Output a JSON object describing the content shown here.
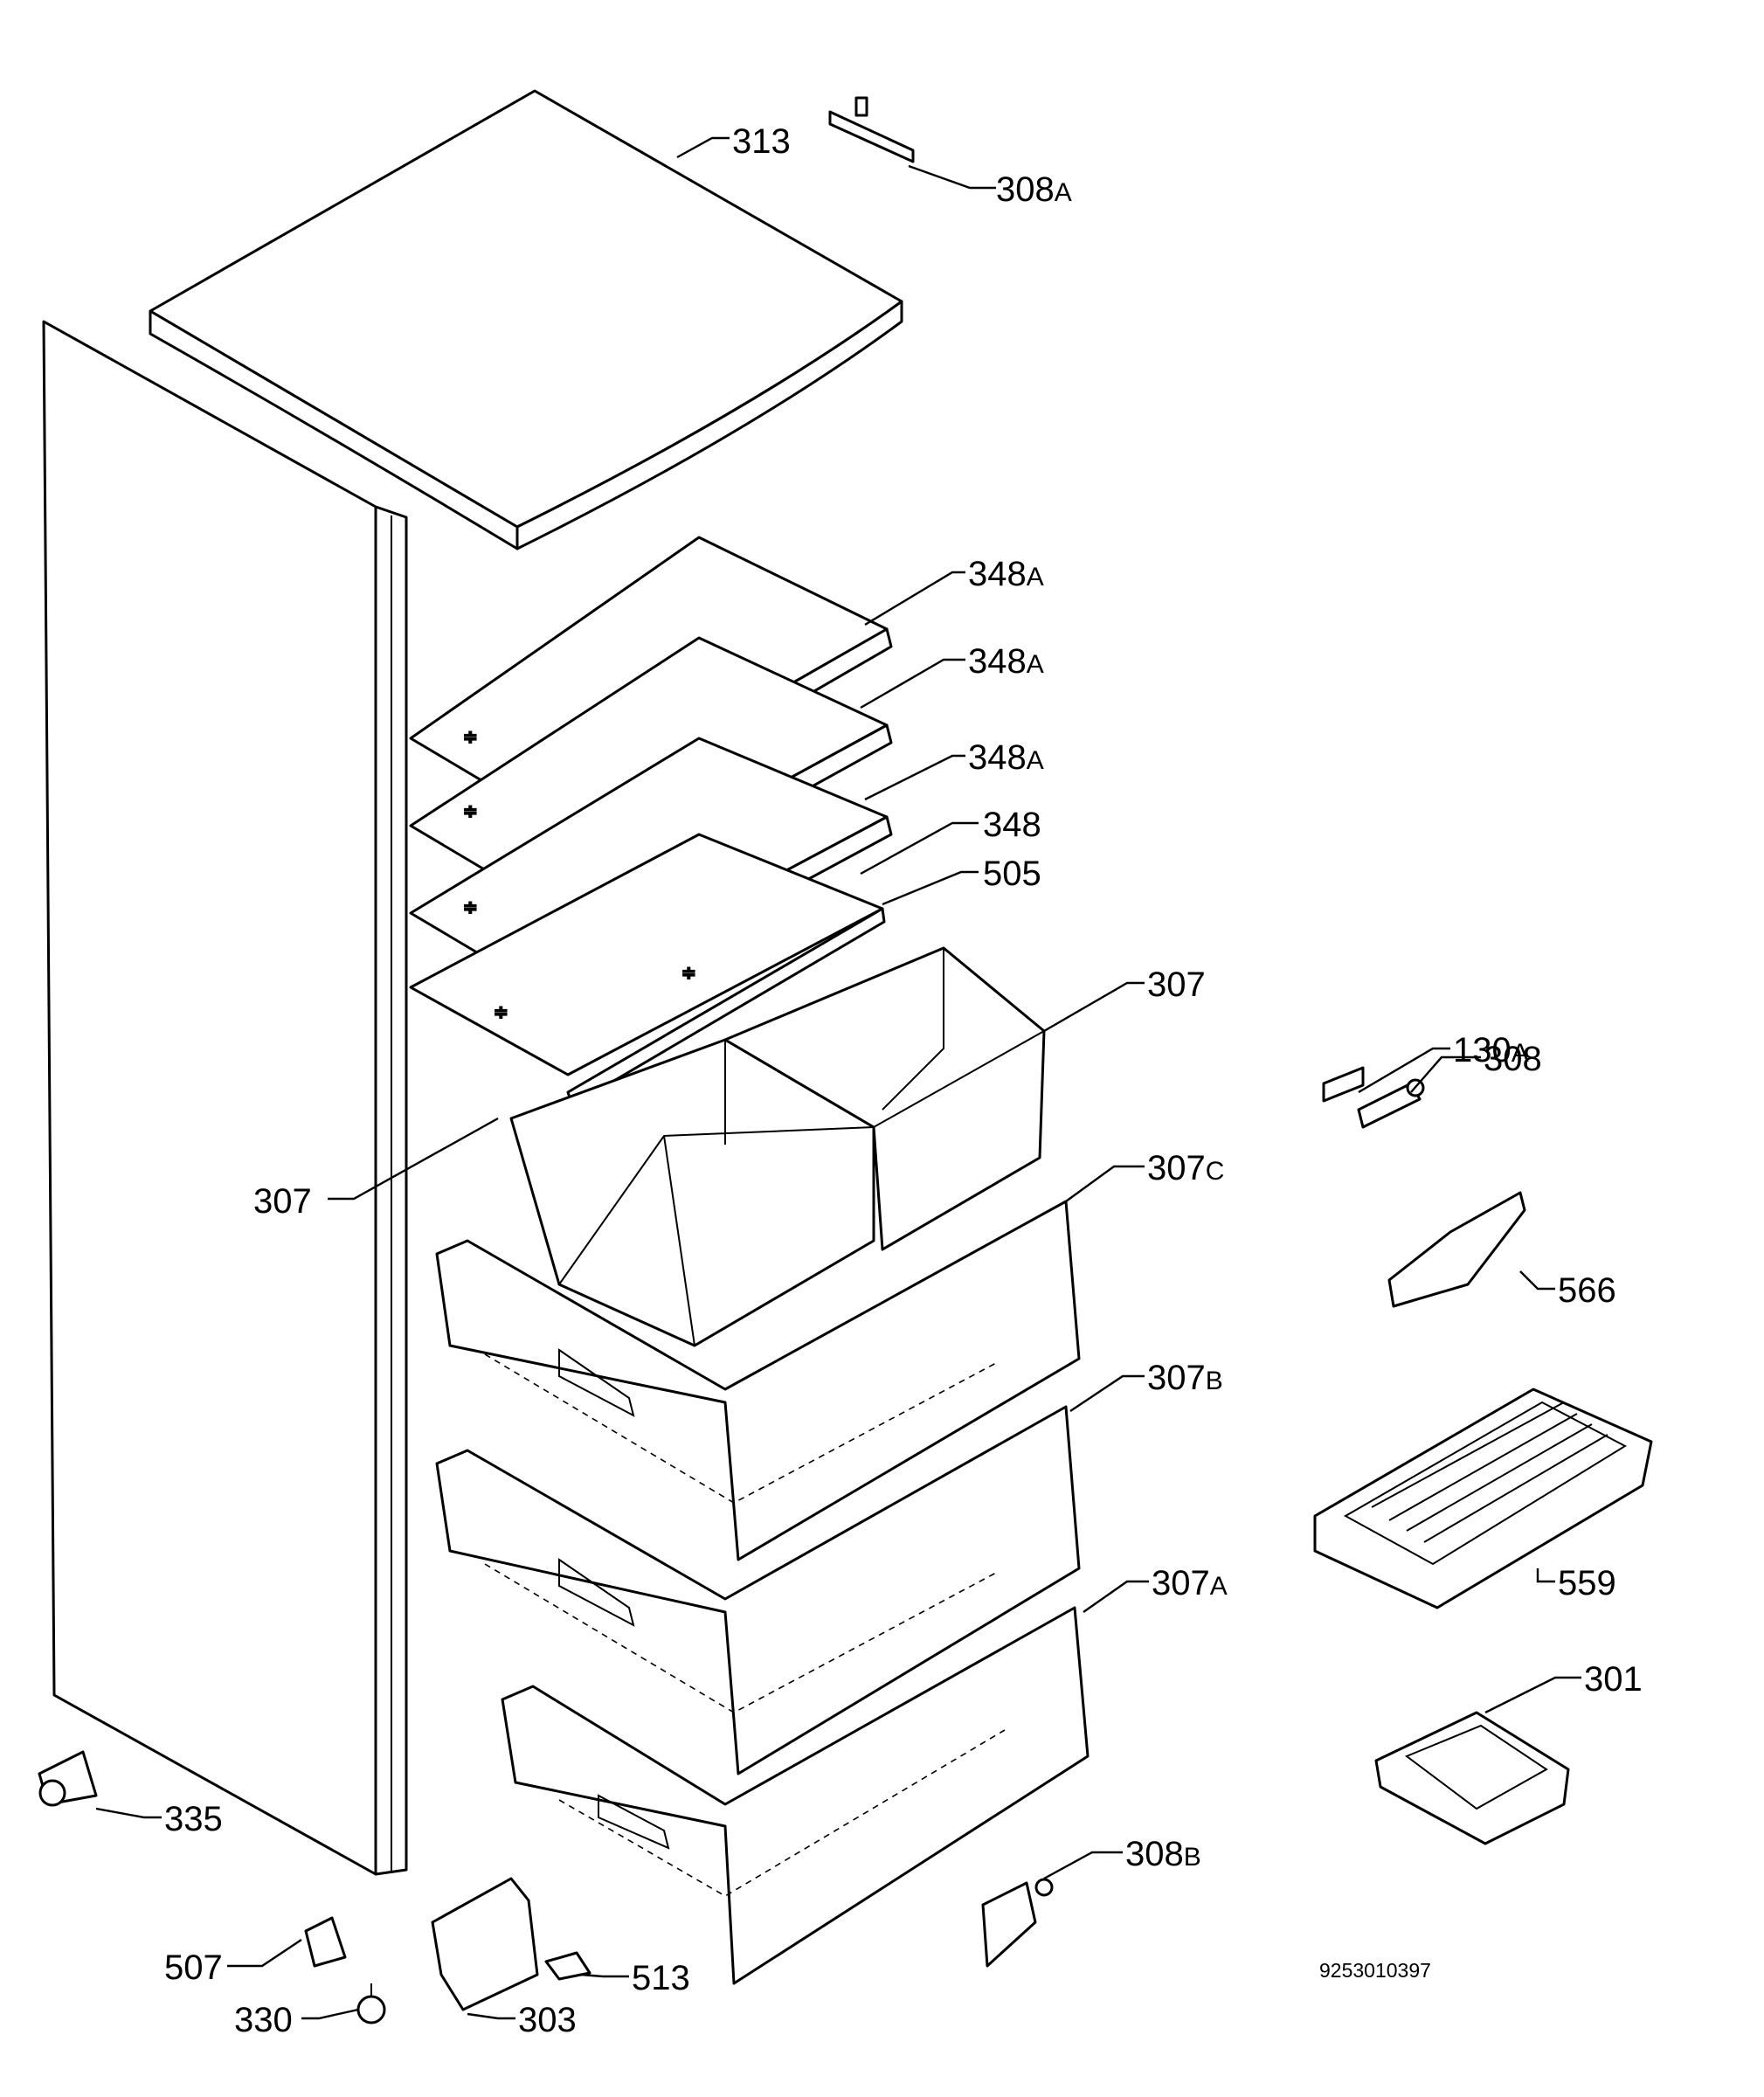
{
  "labels": {
    "l313": "313",
    "l308A": "308",
    "l348A_1": "348",
    "l348A_2": "348",
    "l348A_3": "348",
    "l348": "348",
    "l505": "505",
    "l307_right": "307",
    "l307_left": "307",
    "l307C": "307",
    "l307B": "307",
    "l307A": "307",
    "l130A": "130",
    "l308": "308",
    "l566": "566",
    "l559": "559",
    "l301": "301",
    "l335": "335",
    "l308B": "308",
    "l507": "507",
    "l513": "513",
    "l330": "330",
    "l303": "303"
  },
  "suffixes": {
    "s308A": "A",
    "s348A_1": "A",
    "s348A_2": "A",
    "s348A_3": "A",
    "s307C": "C",
    "s307B": "B",
    "s307A": "A",
    "s130A": "A",
    "s308B": "B"
  },
  "drawing_ref": "9253010397"
}
